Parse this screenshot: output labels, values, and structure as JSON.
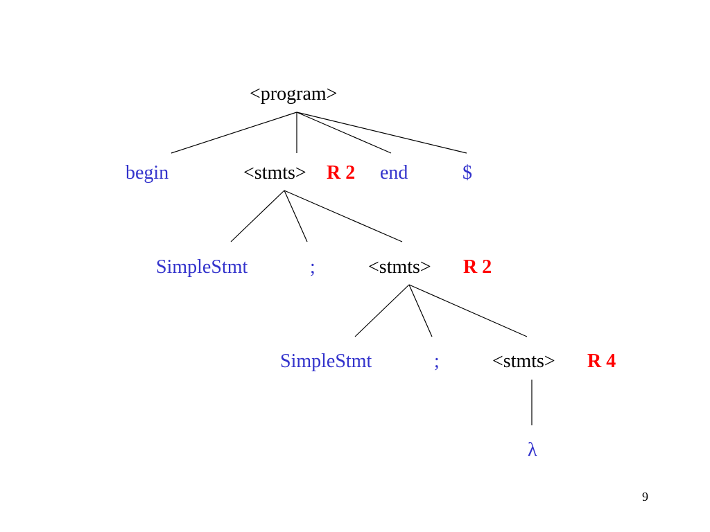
{
  "tree": {
    "nodes": {
      "program": {
        "label": "<program>",
        "kind": "nonterminal"
      },
      "begin": {
        "label": "begin",
        "kind": "terminal"
      },
      "stmts1": {
        "label": "<stmts>",
        "kind": "nonterminal",
        "rule": "R 2"
      },
      "end": {
        "label": "end",
        "kind": "terminal"
      },
      "dollar": {
        "label": "$",
        "kind": "terminal"
      },
      "simple1": {
        "label": "SimpleStmt",
        "kind": "terminal"
      },
      "semi1": {
        "label": ";",
        "kind": "terminal"
      },
      "stmts2": {
        "label": "<stmts>",
        "kind": "nonterminal",
        "rule": "R 2"
      },
      "simple2": {
        "label": "SimpleStmt",
        "kind": "terminal"
      },
      "semi2": {
        "label": ";",
        "kind": "terminal"
      },
      "stmts3": {
        "label": "<stmts>",
        "kind": "nonterminal",
        "rule": "R 4"
      },
      "lambda": {
        "label": "λ",
        "kind": "terminal"
      }
    },
    "edges": [
      [
        "program",
        "begin"
      ],
      [
        "program",
        "stmts1"
      ],
      [
        "program",
        "end"
      ],
      [
        "program",
        "dollar"
      ],
      [
        "stmts1",
        "simple1"
      ],
      [
        "stmts1",
        "semi1"
      ],
      [
        "stmts1",
        "stmts2"
      ],
      [
        "stmts2",
        "simple2"
      ],
      [
        "stmts2",
        "semi2"
      ],
      [
        "stmts2",
        "stmts3"
      ],
      [
        "stmts3",
        "lambda"
      ]
    ]
  },
  "colors": {
    "nonterminal": "#000000",
    "terminal": "#3333cc",
    "rule": "#ff0000",
    "edge": "#000000"
  },
  "page_number": "9"
}
